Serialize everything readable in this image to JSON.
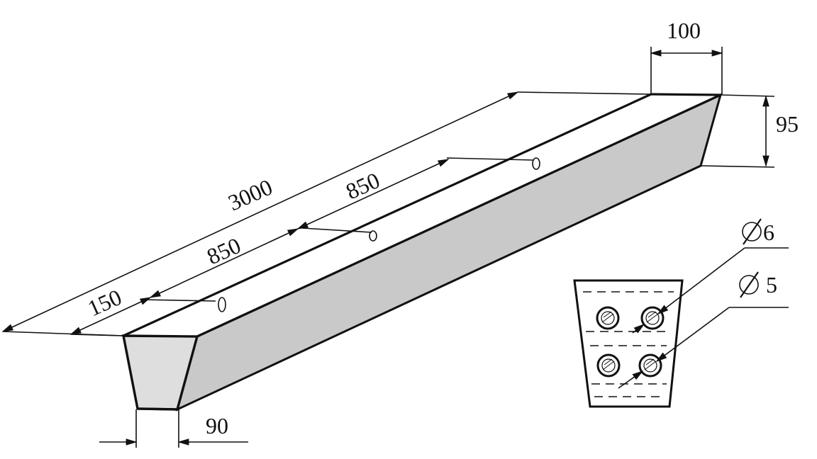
{
  "dimensions": {
    "width_top": "100",
    "height": "95",
    "total_length": "3000",
    "spacing_upper": "850",
    "spacing_lower": "850",
    "end_offset": "150",
    "width_bottom": "90"
  },
  "section": {
    "bar_large": "6",
    "bar_small": " 5"
  },
  "colors": {
    "face_fill": "#c9c9c9",
    "end_fill": "#dedede",
    "line": "#111111"
  }
}
